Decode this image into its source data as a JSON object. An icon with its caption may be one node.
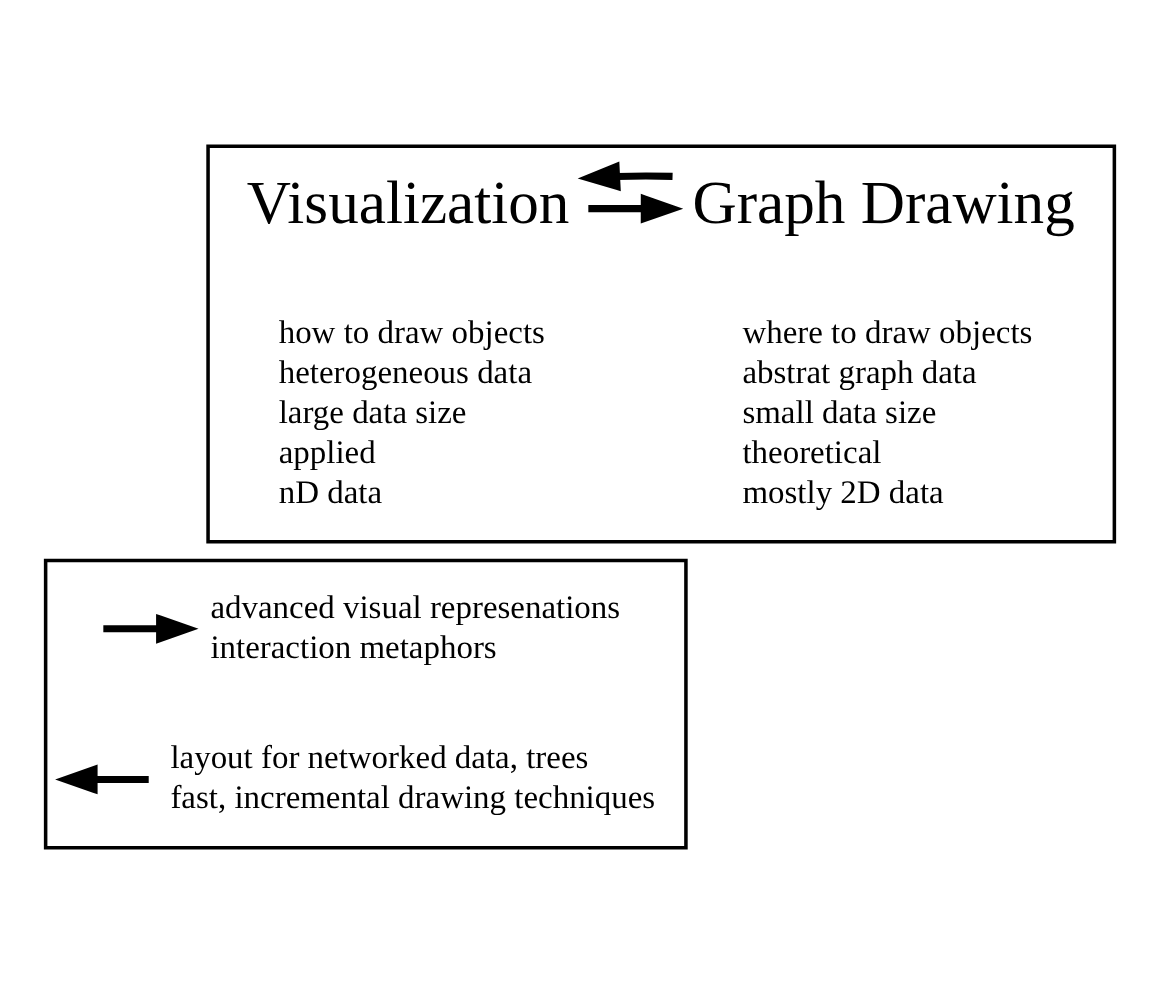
{
  "diagram": {
    "nodes": [
      {
        "text": [],
        "shape": "box"
      },
      {
        "text": [
          "Visualization"
        ],
        "in": 0
      },
      {
        "text": [
          "Graph Drawing"
        ],
        "in": 0
      },
      {
        "text": [],
        "shape": "box"
      },
      {
        "text": [
          "advanced visual represenations",
          "interaction metaphors"
        ],
        "in": 3
      },
      {
        "text": [
          "layout for networked data, trees",
          "fast, incremental drawing techniques"
        ],
        "in": 3
      }
    ],
    "edges": [
      {
        "from": 1,
        "to": 2,
        "arrow": "to"
      },
      {
        "from": 2,
        "to": 1,
        "arrow": "to"
      },
      {
        "from": null,
        "to": 4,
        "arrow": "to"
      },
      {
        "from": 5,
        "to": null,
        "arrow": "to"
      }
    ],
    "labels": [
      "how to draw objects",
      "heterogeneous data",
      "large data size",
      "applied",
      "nD data",
      "where to draw objects",
      "abstrat graph data",
      "small data size",
      "theoretical",
      "mostly 2D data"
    ]
  }
}
